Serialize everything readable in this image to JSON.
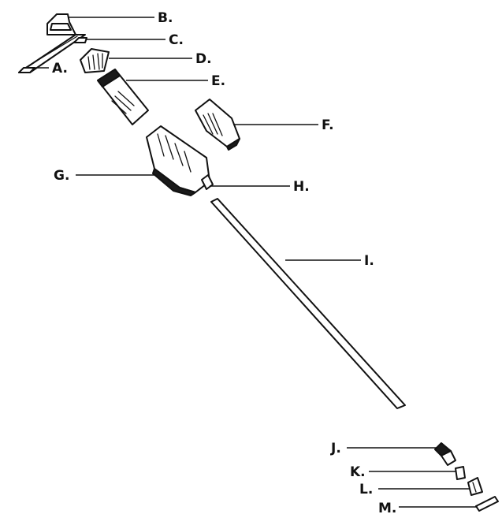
{
  "labels": {
    "A": "A.",
    "B": "B.",
    "C": "C.",
    "D": "D.",
    "E": "E.",
    "F": "F.",
    "G": "G.",
    "H": "H.",
    "I": "I.",
    "J": "J.",
    "K": "K.",
    "L": "L.",
    "M": "M."
  },
  "colors": {
    "ink": "#111111",
    "background": "#ffffff"
  }
}
